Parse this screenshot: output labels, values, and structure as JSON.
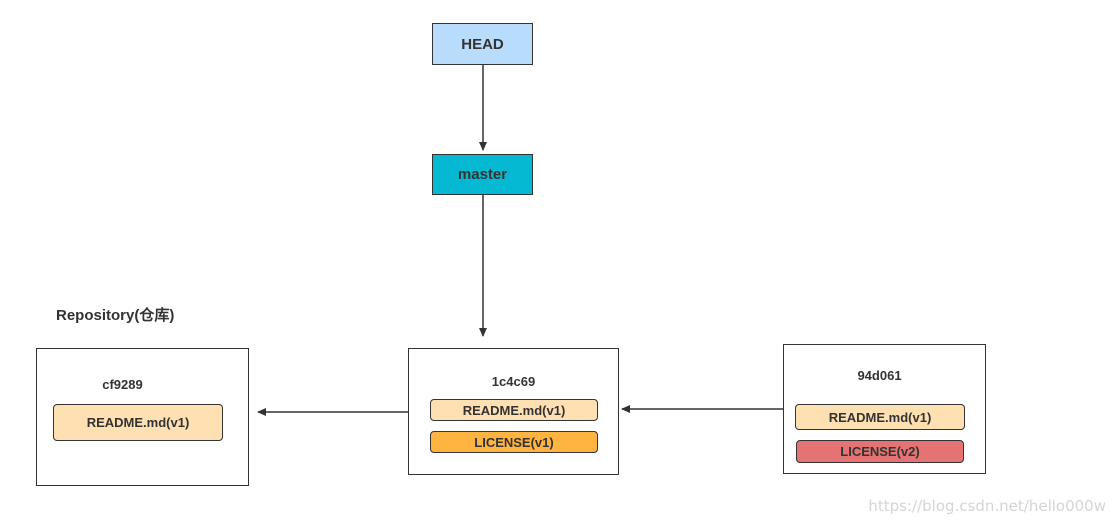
{
  "refs": {
    "head": {
      "label": "HEAD",
      "color": "#b8dcfb"
    },
    "master": {
      "label": "master",
      "color": "#05b9d3"
    }
  },
  "repository": {
    "label": "Repository(仓库)"
  },
  "commits": [
    {
      "id": "cf9289",
      "files": [
        {
          "label": "README.md(v1)",
          "color": "#ffe0b2"
        }
      ]
    },
    {
      "id": "1c4c69",
      "files": [
        {
          "label": "README.md(v1)",
          "color": "#ffe0b2"
        },
        {
          "label": "LICENSE(v1)",
          "color": "#ffb340"
        }
      ]
    },
    {
      "id": "94d061",
      "files": [
        {
          "label": "README.md(v1)",
          "color": "#ffe0b2"
        },
        {
          "label": "LICENSE(v2)",
          "color": "#e57373"
        }
      ]
    }
  ],
  "watermark": "https://blog.csdn.net/hello000w"
}
